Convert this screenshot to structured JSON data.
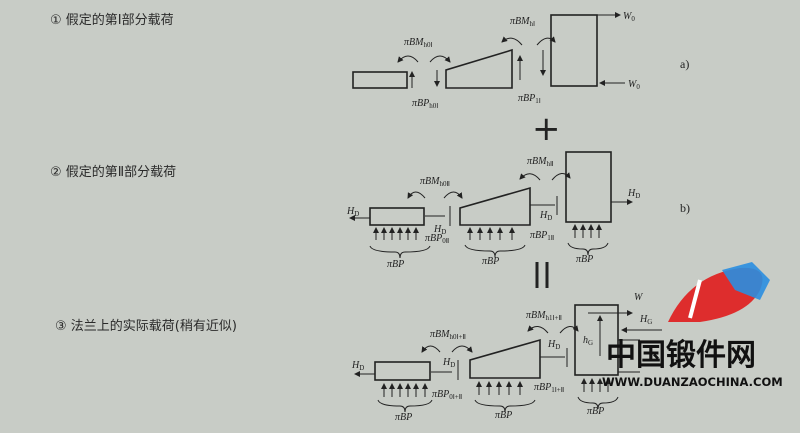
{
  "sections": [
    {
      "title": "① 假定的第Ⅰ部分载荷",
      "tag": "a)"
    },
    {
      "title": "② 假定的第Ⅱ部分载荷",
      "tag": "b)"
    },
    {
      "title": "③ 法兰上的实际载荷(稍有近似)",
      "tag": ""
    }
  ],
  "operators": {
    "plus": "+",
    "equals": "="
  },
  "labels_a": {
    "bm_hub": {
      "main": "πBM",
      "sub": "h0Ⅰ"
    },
    "bp_hub": {
      "main": "πBP",
      "sub": "h0Ⅰ"
    },
    "bm_ring": {
      "main": "πBM",
      "sub": "hⅠ"
    },
    "bp_ring": {
      "main": "πBP",
      "sub": "1Ⅰ"
    },
    "w_top": {
      "main": "W",
      "sub": "0"
    },
    "w_bot": {
      "main": "W",
      "sub": "0"
    }
  },
  "labels_b": {
    "hd": {
      "main": "H",
      "sub": "D"
    },
    "bm_hub": {
      "main": "πBM",
      "sub": "h0Ⅱ"
    },
    "bp_hub": {
      "main": "πBP",
      "sub": "0Ⅱ"
    },
    "bm_ring": {
      "main": "πBM",
      "sub": "hⅡ"
    },
    "bp_ring": {
      "main": "πBP",
      "sub": "1Ⅱ"
    },
    "bp": "πBP"
  },
  "labels_c": {
    "hd": {
      "main": "H",
      "sub": "D"
    },
    "hg": {
      "main": "H",
      "sub": "G"
    },
    "hg_dim": {
      "main": "h",
      "sub": "G"
    },
    "w": "W",
    "bm_hub": {
      "main": "πBM",
      "sub": "h0Ⅰ+Ⅱ"
    },
    "bp_hub": {
      "main": "πBP",
      "sub": "0Ⅰ+Ⅱ"
    },
    "bm_ring": {
      "main": "πBM",
      "sub": "h1Ⅰ+Ⅱ"
    },
    "bp_ring": {
      "main": "πBP",
      "sub": "1Ⅰ+Ⅱ"
    },
    "bp": "πBP"
  },
  "watermark": {
    "name": "中国锻件网",
    "url": "WWW.DUANZAOCHINA.COM",
    "red": "#e02020",
    "blue": "#2a8ee0"
  }
}
